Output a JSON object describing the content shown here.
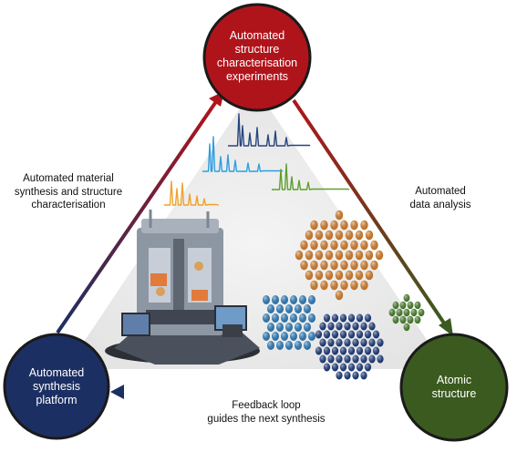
{
  "nodes": {
    "top": {
      "label": "Automated\nstructure\ncharacterisation\nexperiments",
      "color": "#b0141b"
    },
    "left": {
      "label": "Automated\nsynthesis\nplatform",
      "color": "#1c2f63"
    },
    "right": {
      "label": "Atomic\nstructure",
      "color": "#3b5a1f"
    }
  },
  "edges": {
    "left_edge": "Automated material\nsynthesis and structure\ncharacterisation",
    "right_edge": "Automated\ndata analysis",
    "bottom_edge": "Feedback loop\nguides the next synthesis"
  },
  "spectra": [
    {
      "name": "dark-blue-spectrum",
      "color": "#27457e"
    },
    {
      "name": "light-blue-spectrum",
      "color": "#2f9de0"
    },
    {
      "name": "orange-spectrum",
      "color": "#f0a22b"
    },
    {
      "name": "green-spectrum",
      "color": "#5e9f2c"
    }
  ],
  "clusters": [
    {
      "name": "orange-cluster",
      "color": "#e9892d"
    },
    {
      "name": "light-blue-cluster",
      "color": "#2f86c9"
    },
    {
      "name": "dark-blue-cluster",
      "color": "#1d3d86"
    },
    {
      "name": "green-cluster",
      "color": "#4c8a2c"
    }
  ]
}
